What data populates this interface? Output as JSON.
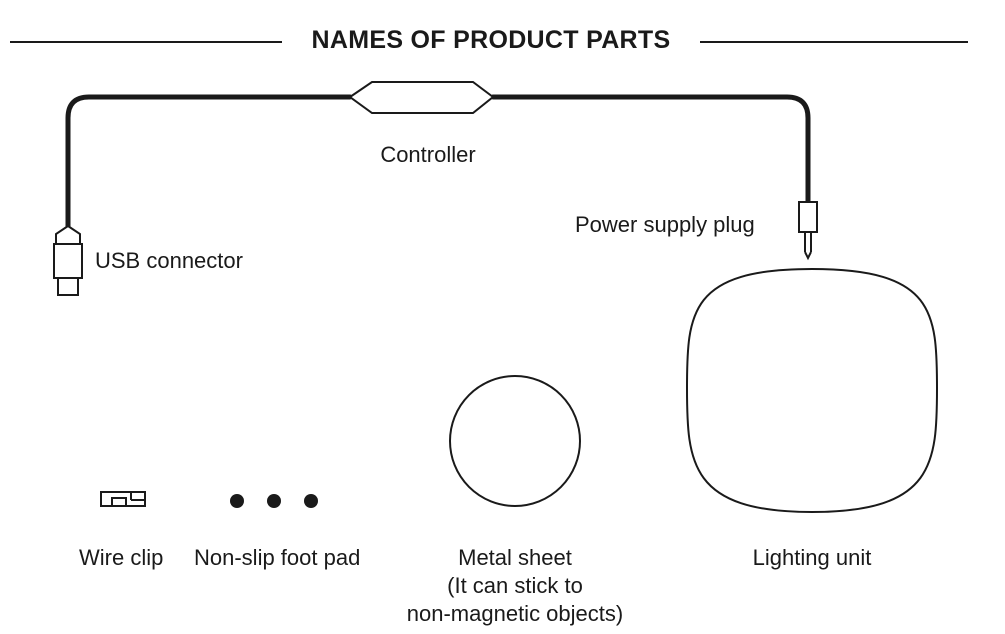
{
  "title": "NAMES OF PRODUCT PARTS",
  "labels": {
    "controller": "Controller",
    "usb_connector": "USB connector",
    "power_supply_plug": "Power supply plug",
    "wire_clip": "Wire clip",
    "foot_pad": "Non-slip foot pad",
    "metal_sheet_line1": "Metal sheet",
    "metal_sheet_line2": "(It can stick to",
    "metal_sheet_line3": "non-magnetic objects)",
    "lighting_unit": "Lighting unit"
  }
}
